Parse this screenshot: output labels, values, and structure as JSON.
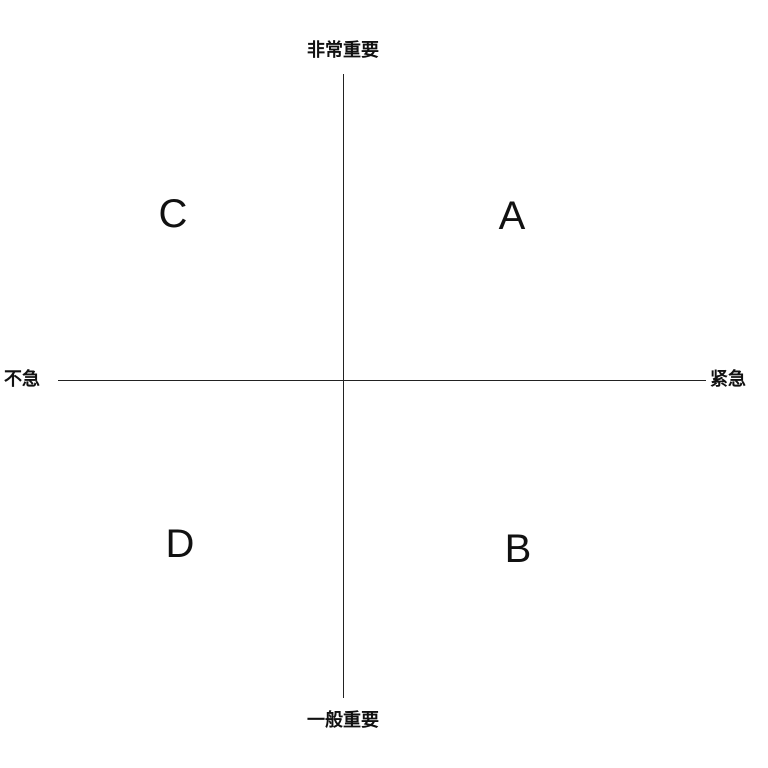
{
  "axis_labels": {
    "top": "非常重要",
    "bottom": "一般重要",
    "left": "不急",
    "right": "紧急"
  },
  "quadrants": {
    "upper_right": "A",
    "lower_right": "B",
    "upper_left": "C",
    "lower_left": "D"
  },
  "colors": {
    "background": "#ffffff",
    "line": "#222222",
    "text": "#111111"
  }
}
